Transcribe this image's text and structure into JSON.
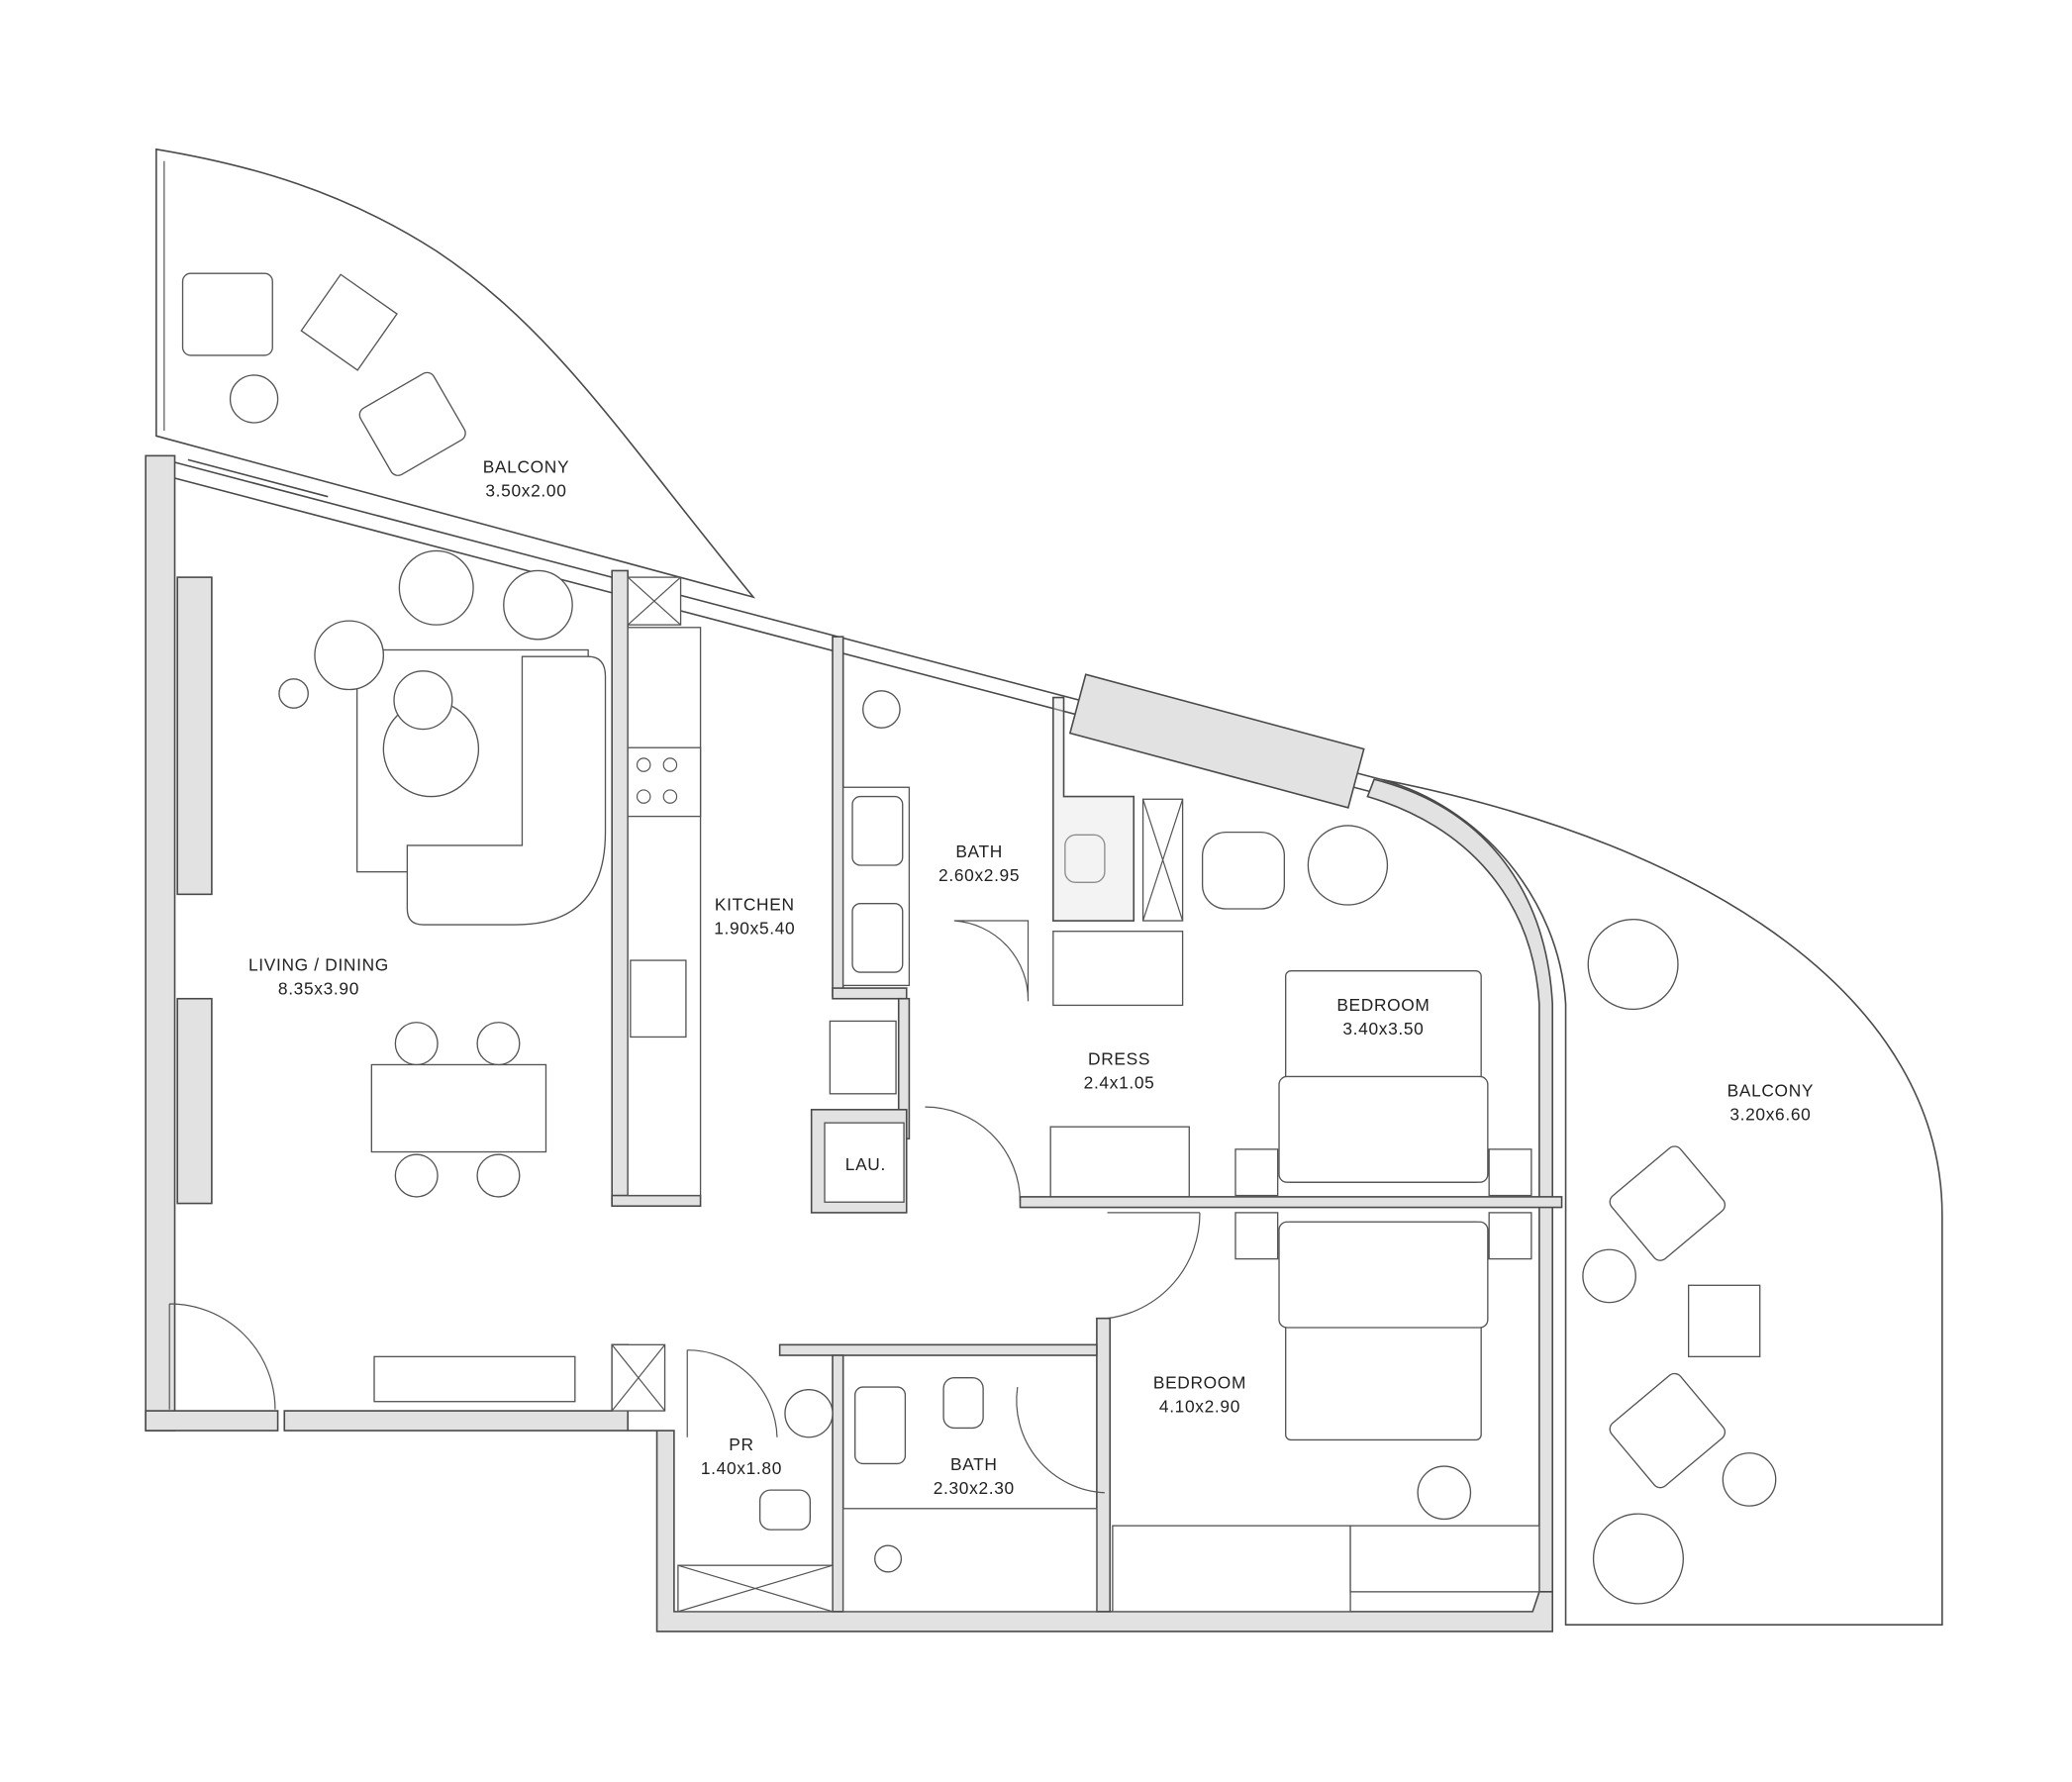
{
  "plan": {
    "rooms": {
      "balcony_nw": {
        "name": "BALCONY",
        "size": "3.50x2.00"
      },
      "living": {
        "name": "LIVING / DINING",
        "size": "8.35x3.90"
      },
      "kitchen": {
        "name": "KITCHEN",
        "size": "1.90x5.40"
      },
      "bath_1": {
        "name": "BATH",
        "size": "2.60x2.95"
      },
      "dress": {
        "name": "DRESS",
        "size": "2.4x1.05"
      },
      "bedroom_1": {
        "name": "BEDROOM",
        "size": "3.40x3.50"
      },
      "balcony_e": {
        "name": "BALCONY",
        "size": "3.20x6.60"
      },
      "laundry": {
        "name": "LAU."
      },
      "bedroom_2": {
        "name": "BEDROOM",
        "size": "4.10x2.90"
      },
      "powder": {
        "name": "PR",
        "size": "1.40x1.80"
      },
      "bath_2": {
        "name": "BATH",
        "size": "2.30x2.30"
      }
    },
    "colors": {
      "wall_fill": "#e2e2e2",
      "line": "#4a4a4a"
    }
  }
}
